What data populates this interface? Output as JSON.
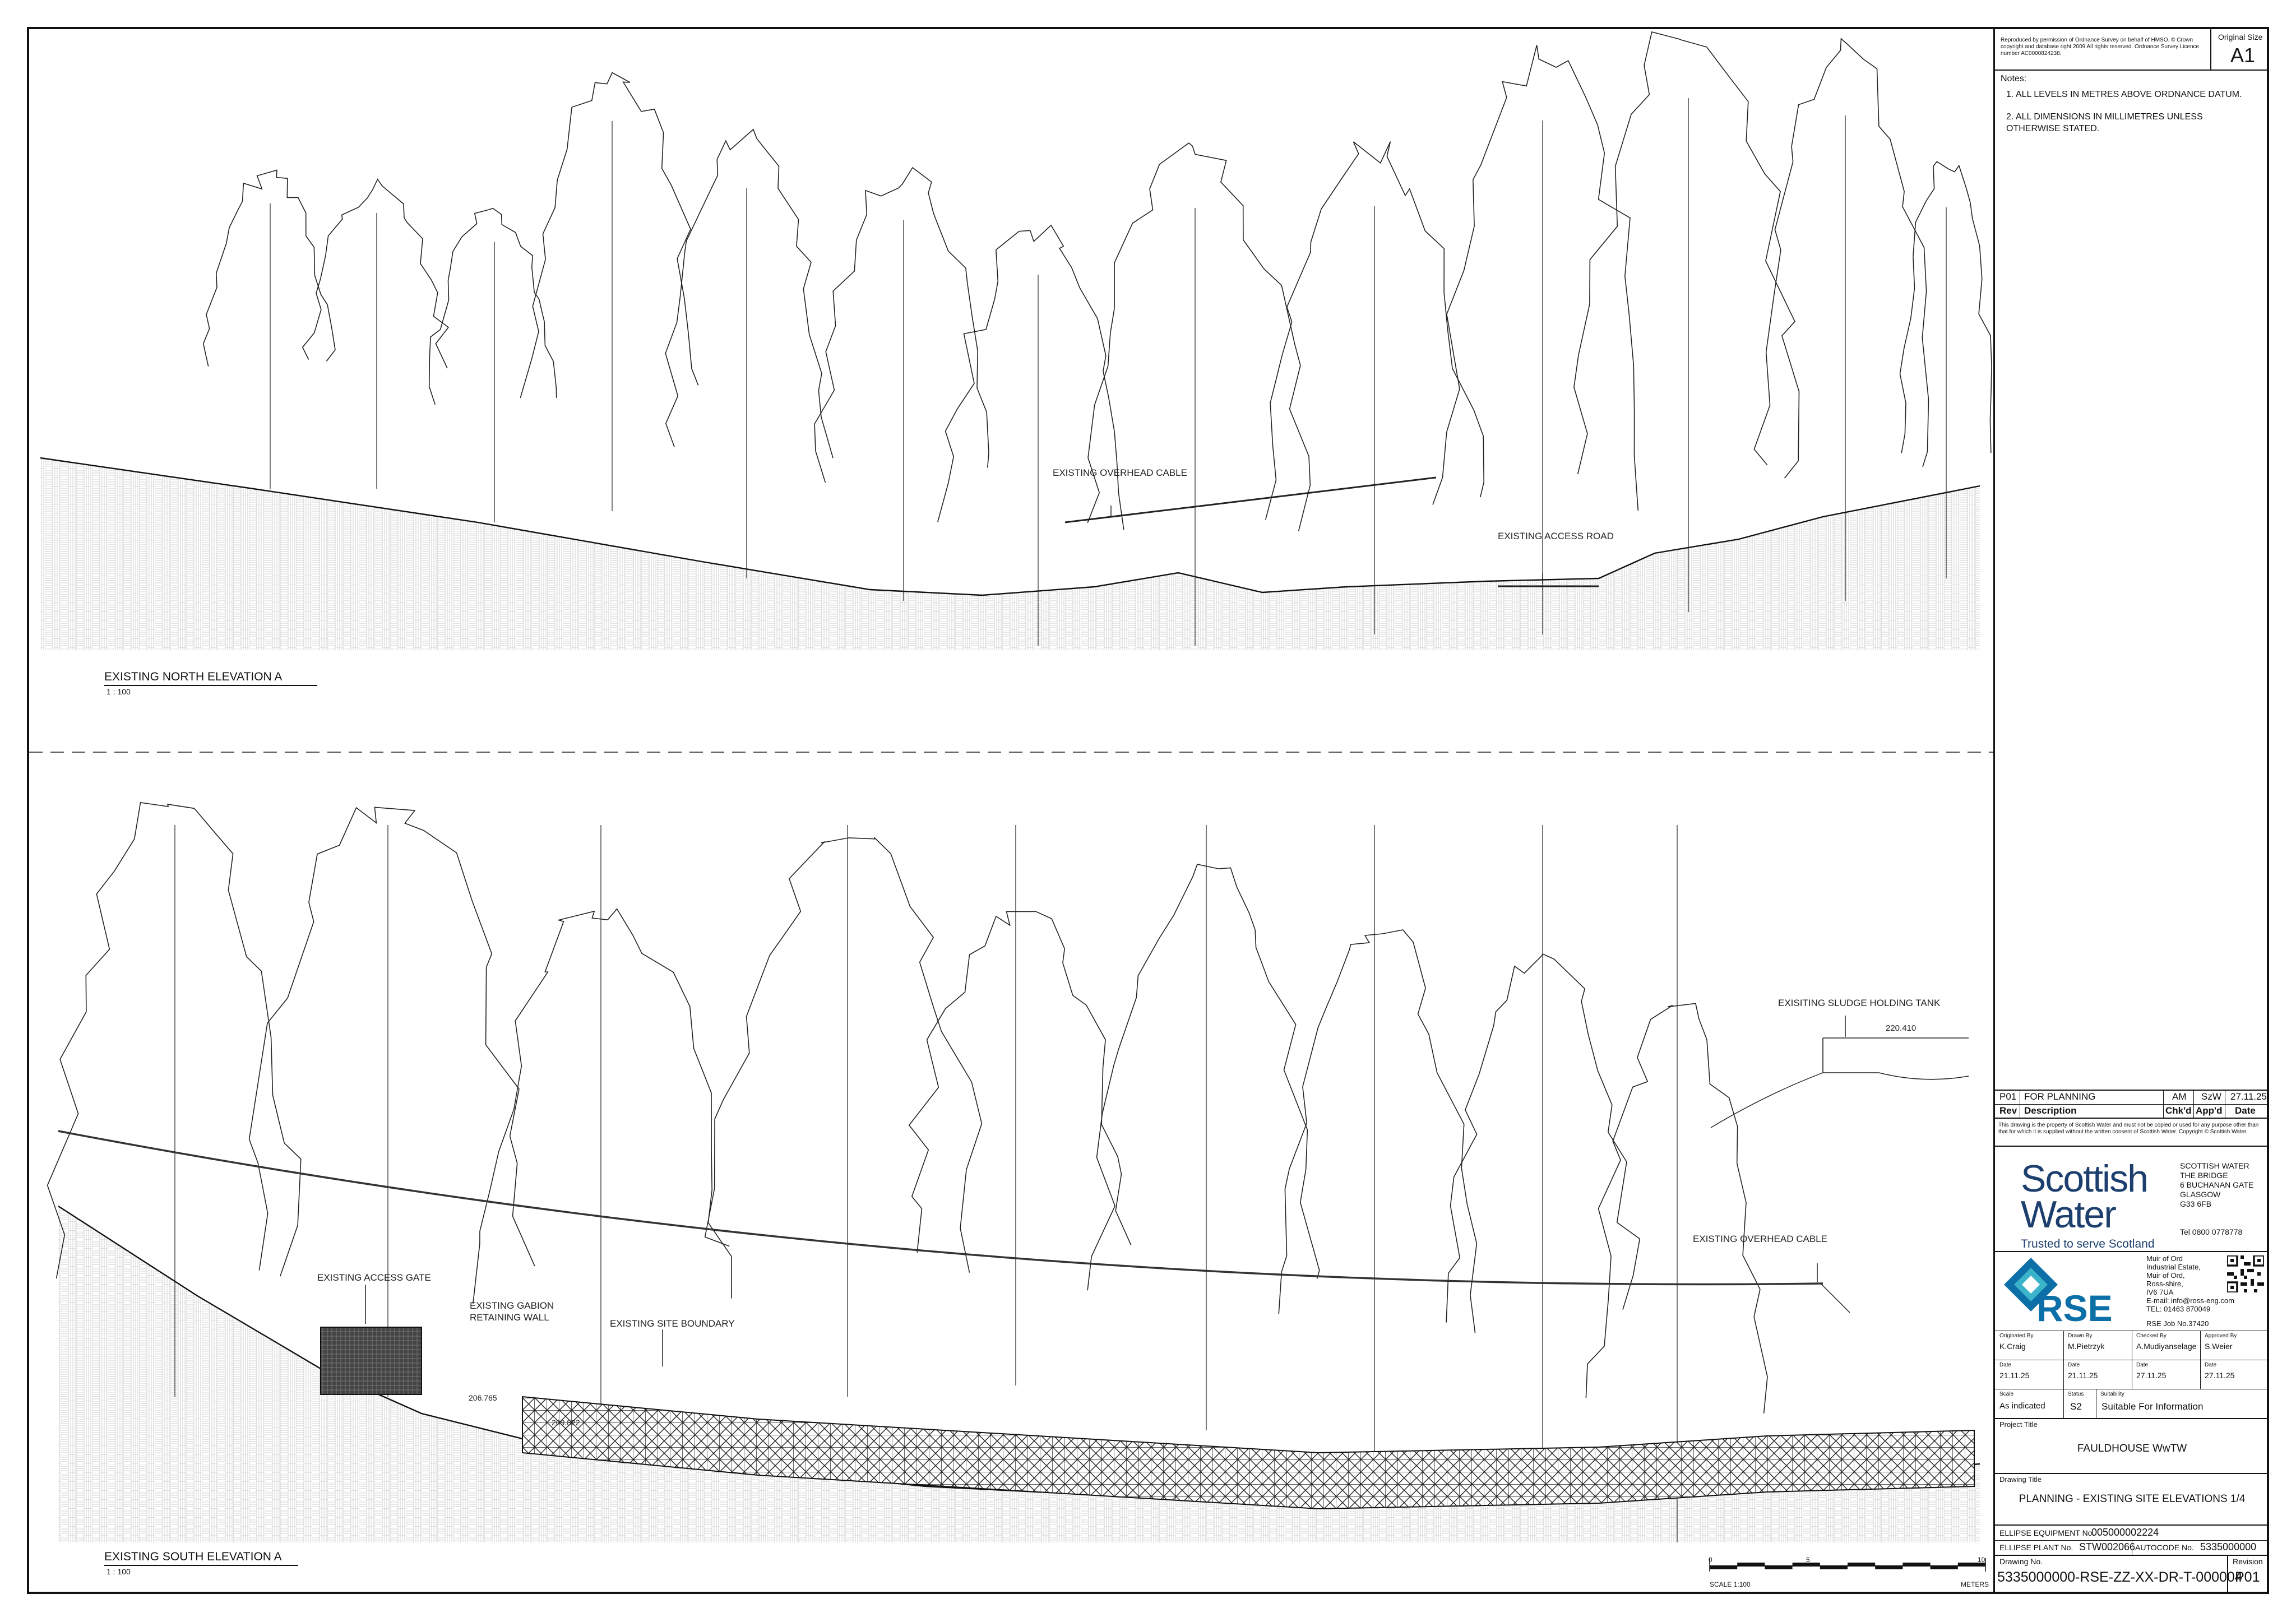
{
  "north_elevation": {
    "title": "EXISTING NORTH ELEVATION A",
    "scale": "1 : 100",
    "labels": {
      "overhead_cable": "EXISTING OVERHEAD CABLE",
      "access_road": "EXISTING ACCESS ROAD"
    }
  },
  "south_elevation": {
    "title": "EXISTING SOUTH ELEVATION A",
    "scale": "1 : 100",
    "labels": {
      "sludge_tank": "EXISITING SLUDGE HOLDING TANK",
      "tank_level": "220.410",
      "overhead_cable": "EXISTING OVERHEAD CABLE",
      "access_gate": "EXISTING ACCESS GATE",
      "gabion_wall_line1": "EXISTING GABION",
      "gabion_wall_line2": "RETAINING WALL",
      "site_boundary": "EXISTING SITE BOUNDARY",
      "level_1": "206.765",
      "level_2": "209.822"
    }
  },
  "scale_bar": {
    "start": "0",
    "mid": "5",
    "end": "10",
    "caption": "SCALE 1:100",
    "unit": "METERS"
  },
  "title_block": {
    "copyright": "Reproduced by permission of Ordnance Survey on behalf of HMSO. © Crown copyright and database right 2009 All rights reserved. Ordnance Survey Licence number AC0000824238.",
    "original_size_label": "Original Size",
    "original_size": "A1",
    "notes_heading": "Notes:",
    "notes": [
      "1. ALL LEVELS IN METRES ABOVE ORDNANCE DATUM.",
      "2. ALL DIMENSIONS IN MILLIMETRES UNLESS OTHERWISE STATED."
    ],
    "revision_row": {
      "rev": "P01",
      "description": "FOR PLANNING",
      "chkd": "AM",
      "appd": "SzW",
      "date": "27.11.25"
    },
    "revision_headers": {
      "rev": "Rev",
      "description": "Description",
      "chkd": "Chk'd",
      "appd": "App'd",
      "date": "Date"
    },
    "property_note": "This drawing is the property of Scottish Water and must not be copied or used for any purpose other than that for which it is supplied without the written consent of Scottish Water. Copyright © Scottish Water.",
    "client_logo_line1": "Scottish",
    "client_logo_line2": "Water",
    "client_tagline": "Trusted to serve Scotland",
    "client_address": [
      "SCOTTISH WATER",
      "THE BRIDGE",
      "6 BUCHANAN GATE",
      "GLASGOW",
      "G33 6FB"
    ],
    "client_tel": "Tel 0800 0778778",
    "consultant_logo": "RSE",
    "consultant_address": [
      "Muir of Ord",
      "Industrial Estate,",
      "Muir of Ord,",
      "Ross-shire,",
      "IV6 7UA",
      "E-mail: info@ross-eng.com",
      "TEL: 01463 870049"
    ],
    "consultant_job": "RSE Job No.37420",
    "originated_by_label": "Originated By",
    "originated_by": "K.Craig",
    "drawn_by_label": "Drawn By",
    "drawn_by": "M.Pietrzyk",
    "checked_by_label": "Checked By",
    "checked_by": "A.Mudiyanselage",
    "approved_by_label": "Approved By",
    "approved_by": "S.Weier",
    "date_label": "Date",
    "date_orig": "21.11.25",
    "date_drawn": "21.11.25",
    "date_checked": "27.11.25",
    "date_approved": "27.11.25",
    "scale_label": "Scale",
    "scale": "As indicated",
    "status_label": "Status",
    "status": "S2",
    "suitability_label": "Suitability",
    "suitability": "Suitable For Information",
    "project_title_label": "Project Title",
    "project_title": "FAULDHOUSE WwTW",
    "drawing_title_label": "Drawing Title",
    "drawing_title": "PLANNING - EXISTING SITE ELEVATIONS 1/4",
    "ellipse_equipment_label": "ELLIPSE EQUIPMENT No.",
    "ellipse_equipment": "005000002224",
    "ellipse_plant_label": "ELLIPSE PLANT No.",
    "ellipse_plant": "STW002066",
    "autocode_label": "AUTOCODE No.",
    "autocode": "5335000000",
    "drawing_no_label": "Drawing No.",
    "drawing_no": "5335000000-RSE-ZZ-XX-DR-T-000004",
    "revision_label": "Revision",
    "revision": "P01"
  },
  "colors": {
    "line": "#111111",
    "hatch": "#cfcfcf",
    "client_blue": "#1c3f6e",
    "rse_blue": "#0c6fa8",
    "rse_teal": "#3bb3c9"
  }
}
